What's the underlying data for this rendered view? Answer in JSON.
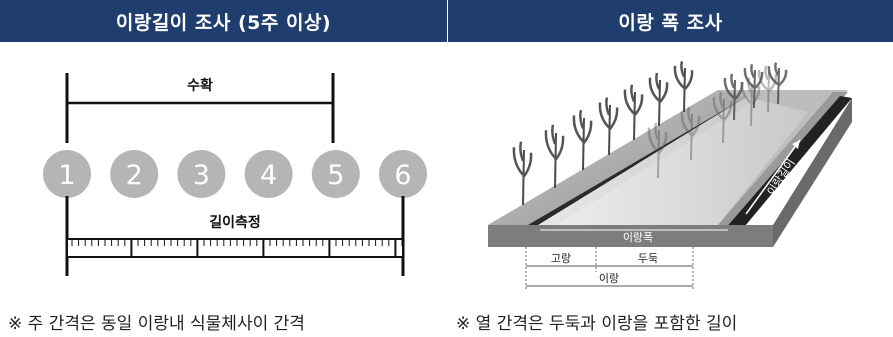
{
  "left_panel": {
    "title": "이랑길이 조사 (5주 이상)",
    "harvest_label": "수확",
    "measure_label": "길이측정",
    "plants": [
      "1",
      "2",
      "3",
      "4",
      "5",
      "6"
    ],
    "note": "※ 주 간격은 동일 이랑내 식물체사이 간격"
  },
  "right_panel": {
    "title": "이랑 폭 조사",
    "ridge_length_label": "이랑길이",
    "ridge_width_label": "이랑폭",
    "furrow_label": "고랑",
    "bed_label": "두둑",
    "ridge_label": "이랑",
    "note": "※ 열 간격은 두둑과 이랑을 포함한 길이"
  },
  "colors": {
    "header_bg": "#1f3e6d",
    "circle": "#b5b5b5"
  }
}
